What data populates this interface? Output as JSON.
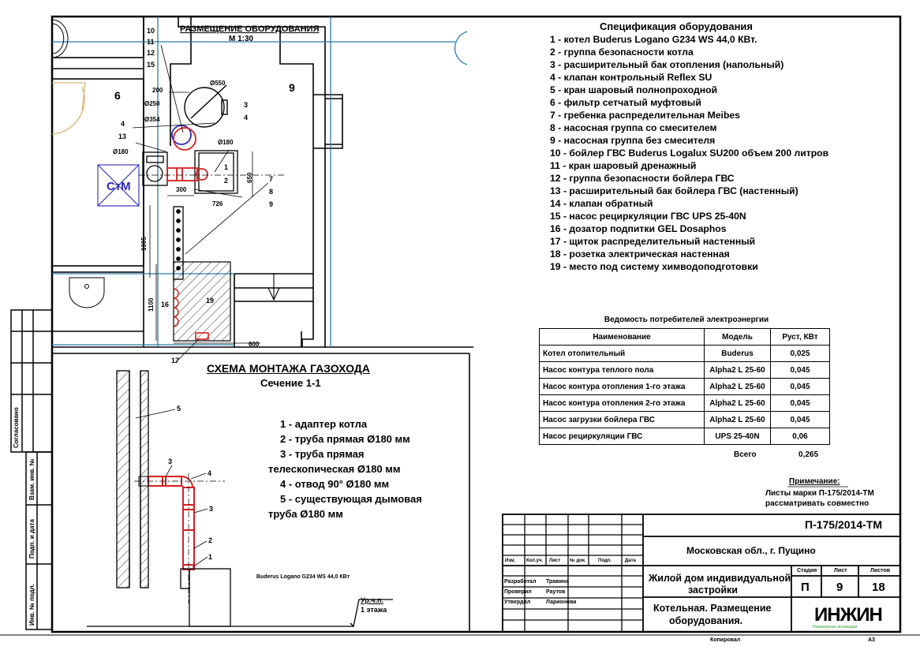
{
  "plan": {
    "title": "РАЗМЕЩЕНИЕ ОБОРУДОВАНИЯ",
    "scale": "М 1:30",
    "rooms": [
      "6",
      "9"
    ],
    "callouts_stack_top": [
      "10",
      "11",
      "12",
      "15"
    ],
    "callouts_left": [
      "4",
      "13"
    ],
    "callouts_mid": [
      "3",
      "4"
    ],
    "callouts_boiler": [
      "1",
      "2"
    ],
    "callouts_right": [
      "7",
      "8",
      "9"
    ],
    "callout_16": "16",
    "callout_19": "19",
    "callout_17": "17",
    "dims": {
      "d550": "Ø550",
      "d250": "Ø250",
      "d354": "Ø354",
      "d180a": "Ø180",
      "d180b": "Ø180",
      "w200": "200",
      "w300": "300",
      "w726": "726",
      "h650": "650",
      "h1005": "1005",
      "h1100": "1100",
      "w600": "600"
    },
    "stm_label": "СтМ"
  },
  "spec": {
    "title": "Спецификация оборудования",
    "items": [
      "1 - котел Buderus Logano G234 WS 44,0 КВт.",
      "2 - группа безопасности котла",
      "3 - расширительный бак отопления (напольный)",
      "4 - клапан контрольный Reflex SU",
      "5 - кран шаровый полнопроходной",
      "6 - фильтр сетчатый муфтовый",
      "7 - гребенка распределительная Meibes",
      "8 - насосная группа со смесителем",
      "9 - насосная группа без смесителя",
      "10 - бойлер ГВС Buderus Logalux SU200 объем 200 литров",
      "11 - кран шаровый дренажный",
      "12 - группа безопасности бойлера ГВС",
      "13 - расширительный бак бойлера ГВС (настенный)",
      "14 - клапан обратный",
      "15 - насос рециркуляции ГВС UPS 25-40N",
      "16 - дозатор подпитки GEL Dosaphos",
      "17 - щиток распределительный настенный",
      "18 - розетка электрическая настенная",
      "19 - место под систему химводоподготовки"
    ]
  },
  "power": {
    "title": "Ведомость потребителей электроэнергии",
    "headers": [
      "Наименование",
      "Модель",
      "Руст, КВт"
    ],
    "rows": [
      [
        "Котел отопительный",
        "Buderus",
        "0,025"
      ],
      [
        "Насос контура теплого пола",
        "Alpha2 L 25-60",
        "0,045"
      ],
      [
        "Насос контура отопления 1-го этажа",
        "Alpha2 L 25-60",
        "0,045"
      ],
      [
        "Насос контура отопления 2-го этажа",
        "Alpha2 L 25-60",
        "0,045"
      ],
      [
        "Насос загрузки бойлера ГВС",
        "Alpha2 L 25-60",
        "0,045"
      ],
      [
        "Насос рециркуляции ГВС",
        "UPS 25-40N",
        "0,06"
      ]
    ],
    "total_label": "Всего",
    "total_value": "0,265"
  },
  "note": {
    "title": "Примечание:",
    "line1": "Листы марки П-175/2014-ТМ",
    "line2": "рассматривать совместно"
  },
  "section": {
    "title": "СХЕМА МОНТАЖА ГАЗОХОДА",
    "subtitle": "Сечение 1-1",
    "items": [
      "1 - адаптер котла",
      "2 - труба прямая Ø180 мм",
      "3 - труба прямая",
      "телескопическая Ø180 мм",
      "4 - отвод 90° Ø180 мм",
      "5 - существующая дымовая",
      "труба Ø180 мм"
    ],
    "callouts": [
      "5",
      "3",
      "4",
      "3",
      "2",
      "1"
    ],
    "boiler_label": "Buderus Logano G234 WS 44,0 КВт",
    "level_label_1": "Ур.ч.п.",
    "level_label_2": "1 этажа"
  },
  "side_stamp": {
    "agreed": "Согласовано",
    "fields": [
      "Взам. инв. №",
      "Подп. и дата",
      "Инв. № подл."
    ]
  },
  "title_block": {
    "code": "П-175/2014-ТМ",
    "location": "Московская обл., г. Пущино",
    "col_headers": [
      "Изм.",
      "Кол.уч.",
      "Лист",
      "№ док.",
      "Подп.",
      "Дата"
    ],
    "roles": [
      {
        "role": "Разработал",
        "name": "Травина"
      },
      {
        "role": "Проверил",
        "name": "Раутов"
      },
      {
        "role": "Утвердил",
        "name": "Ларионова"
      }
    ],
    "object_line1": "Жилой дом индивидуальной",
    "object_line2": "застройки",
    "stage_label": "Стадия",
    "sheet_label": "Лист",
    "sheets_label": "Листов",
    "stage": "П",
    "sheet": "9",
    "sheets": "18",
    "sheet_title_1": "Котельная. Размещение",
    "sheet_title_2": "оборудования.",
    "logo": "ИНЖИН",
    "logo_sub": "Инженерные инновации",
    "copied": "Копировал",
    "format": "А3"
  },
  "colors": {
    "line": "#000000",
    "axis": "#2a7ca8",
    "flue": "#d42020",
    "tank": "#2a2ab8",
    "door": "#d7b77a",
    "logo_green": "#2da02d"
  }
}
